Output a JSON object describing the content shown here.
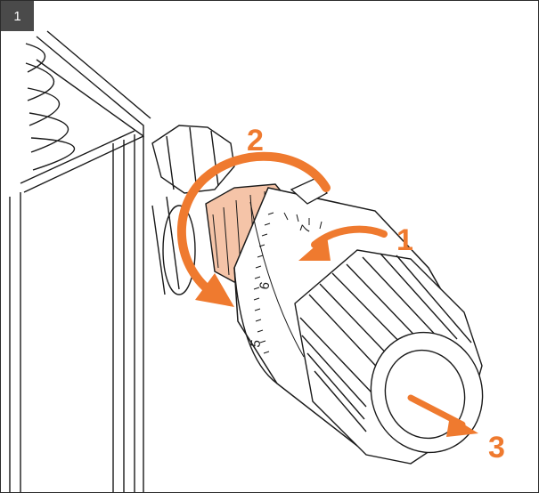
{
  "figure": {
    "panel_number": "1"
  },
  "steps": [
    {
      "label": "1"
    },
    {
      "label": "2"
    },
    {
      "label": "3"
    }
  ],
  "dial": {
    "markings": [
      "7",
      "6",
      "5"
    ]
  },
  "colors": {
    "accent": "#EF7A2F",
    "ring_highlight": "#F5C4A8",
    "line": "#1a1a1a",
    "badge_bg": "#4a4a4a"
  }
}
